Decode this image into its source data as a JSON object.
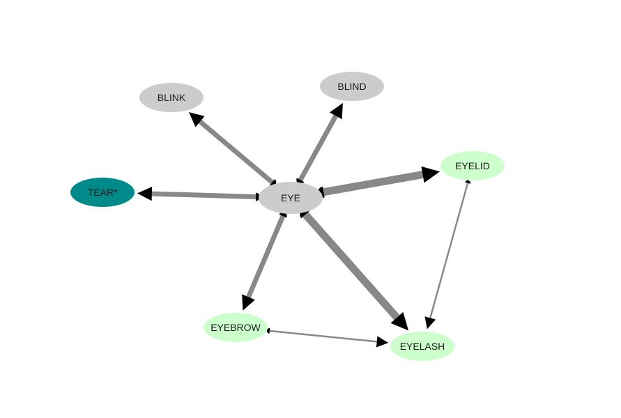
{
  "diagram": {
    "nodes": [
      {
        "id": "EYE",
        "label": "EYE",
        "fill": "#cccccc",
        "center": true
      },
      {
        "id": "BLINK",
        "label": "BLINK",
        "fill": "#cccccc"
      },
      {
        "id": "BLIND",
        "label": "BLIND",
        "fill": "#cccccc"
      },
      {
        "id": "TEAR",
        "label": "TEAR*",
        "fill": "#008b8b"
      },
      {
        "id": "EYELID",
        "label": "EYELID",
        "fill": "#ccffcc"
      },
      {
        "id": "EYEBROW",
        "label": "EYEBROW",
        "fill": "#ccffcc"
      },
      {
        "id": "EYELASH",
        "label": "EYELASH",
        "fill": "#ccffcc"
      }
    ],
    "edges": [
      {
        "from": "EYE",
        "to": "BLINK",
        "weight": "medium"
      },
      {
        "from": "EYE",
        "to": "BLIND",
        "weight": "medium"
      },
      {
        "from": "EYE",
        "to": "TEAR",
        "weight": "medium"
      },
      {
        "from": "EYE",
        "to": "EYELID",
        "weight": "heavy"
      },
      {
        "from": "EYE",
        "to": "EYEBROW",
        "weight": "medium"
      },
      {
        "from": "EYE",
        "to": "EYELASH",
        "weight": "heavy"
      },
      {
        "from": "EYELID",
        "to": "EYELASH",
        "weight": "light"
      },
      {
        "from": "EYEBROW",
        "to": "EYELASH",
        "weight": "light"
      }
    ],
    "edge_color": "#888888",
    "arrow_color": "#000000"
  }
}
